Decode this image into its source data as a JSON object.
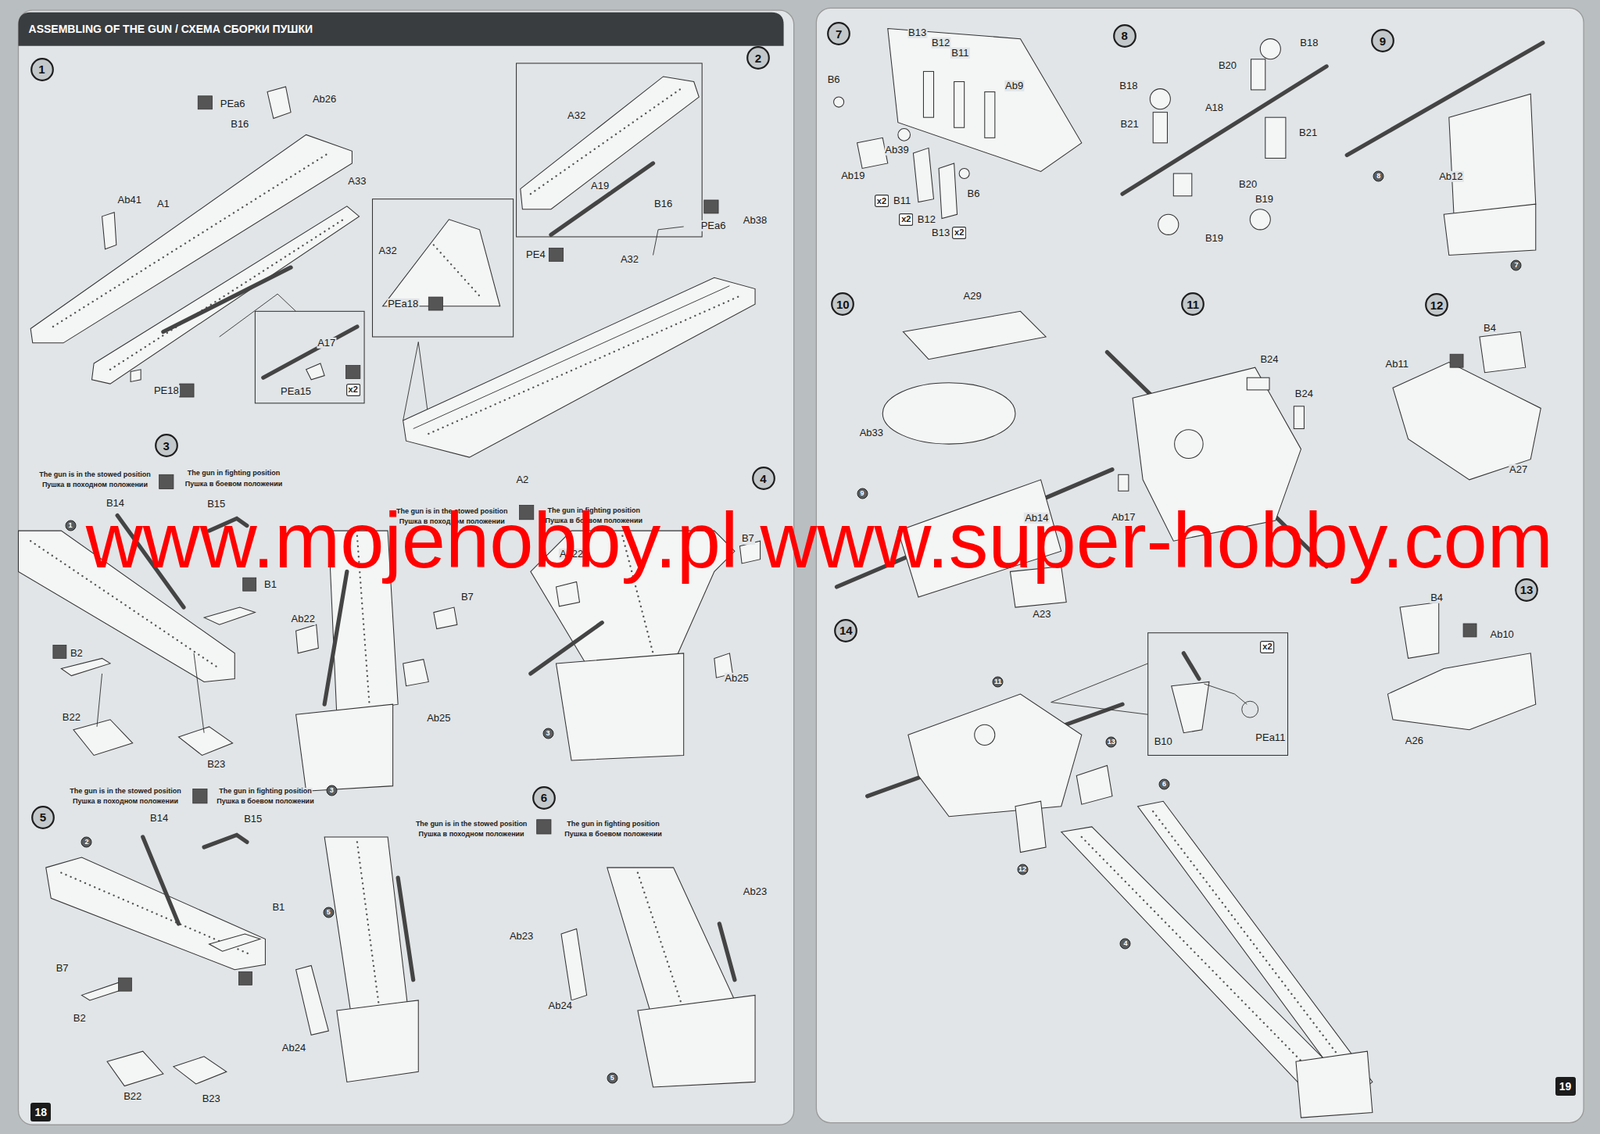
{
  "diagram": {
    "title": "ASSEMBLING OF THE GUN / СХЕМА СБОРКИ ПУШКИ",
    "nodes": [
      {
        "text": [
          "1"
        ]
      },
      {
        "text": [
          "x2"
        ]
      },
      {
        "text": [
          "2"
        ]
      },
      {
        "text": [
          "3"
        ]
      },
      {
        "text": [
          "1"
        ]
      },
      {
        "text": [
          "4"
        ]
      },
      {
        "text": [
          "3"
        ]
      },
      {
        "text": [
          "3"
        ]
      },
      {
        "text": [
          "5"
        ]
      },
      {
        "text": [
          "2"
        ]
      },
      {
        "text": [
          "6"
        ]
      },
      {
        "text": [
          "5"
        ]
      },
      {
        "text": [
          "5"
        ]
      },
      {
        "text": [
          "18"
        ]
      },
      {
        "text": [
          "7"
        ]
      },
      {
        "text": [
          "x2"
        ]
      },
      {
        "text": [
          "x2"
        ]
      },
      {
        "text": [
          "x2"
        ]
      },
      {
        "text": [
          "8"
        ]
      },
      {
        "text": [
          "9"
        ]
      },
      {
        "text": [
          "8"
        ]
      },
      {
        "text": [
          "7"
        ]
      },
      {
        "text": [
          "10"
        ]
      },
      {
        "text": [
          "9"
        ]
      },
      {
        "text": [
          "11"
        ]
      },
      {
        "text": [
          "12"
        ]
      },
      {
        "text": [
          "13"
        ]
      },
      {
        "text": [
          "14"
        ]
      },
      {
        "text": [
          "11"
        ]
      },
      {
        "text": [
          "x2"
        ]
      },
      {
        "text": [
          "13"
        ]
      },
      {
        "text": [
          "6"
        ]
      },
      {
        "text": [
          "12"
        ]
      },
      {
        "text": [
          "4"
        ]
      },
      {
        "text": [
          "19"
        ]
      }
    ],
    "labels": [
      "PEa6",
      "Ab26",
      "B16",
      "Ab41",
      "A1",
      "A33",
      "A17",
      "PE18",
      "PEa15",
      "A32",
      "A19",
      "A32",
      "PE4",
      "PEa18",
      "B16",
      "PEa6",
      "Ab38",
      "A32",
      "A2",
      "The gun is in the stowed position",
      "Пушка в походном положении",
      "The gun in fighting position",
      "Пушка в боевом положении",
      "B14",
      "B15",
      "B1",
      "B2",
      "B22",
      "B23",
      "The gun is in the stowed position",
      "Пушка в походном положении",
      "The gun in fighting position",
      "Пушка в боевом положении",
      "B7",
      "Ab22",
      "B7",
      "Ab22",
      "Ab25",
      "Ab25",
      "The gun is in the stowed position",
      "Пушка в походном положении",
      "The gun in fighting position",
      "Пушка в боевом положении",
      "B14",
      "B15",
      "B1",
      "B7",
      "B2",
      "B22",
      "B23",
      "The gun is in the stowed position",
      "Пушка в походном положении",
      "The gun in fighting position",
      "Пушка в боевом положении",
      "Ab23",
      "Ab23",
      "Ab24",
      "Ab24",
      "B13",
      "B12",
      "B11",
      "B6",
      "Ab9",
      "Ab39",
      "Ab19",
      "B11",
      "B12",
      "B6",
      "B13",
      "B20",
      "B18",
      "B18",
      "A18",
      "B21",
      "B21",
      "B20",
      "B19",
      "B19",
      "Ab12",
      "A29",
      "Ab33",
      "Ab14",
      "A23",
      "B24",
      "B24",
      "Ab17",
      "B4",
      "Ab11",
      "A27",
      "B4",
      "Ab10",
      "A26",
      "B10",
      "PEa11",
      "www.mojehobby.pl www.super-hobby.com"
    ]
  }
}
